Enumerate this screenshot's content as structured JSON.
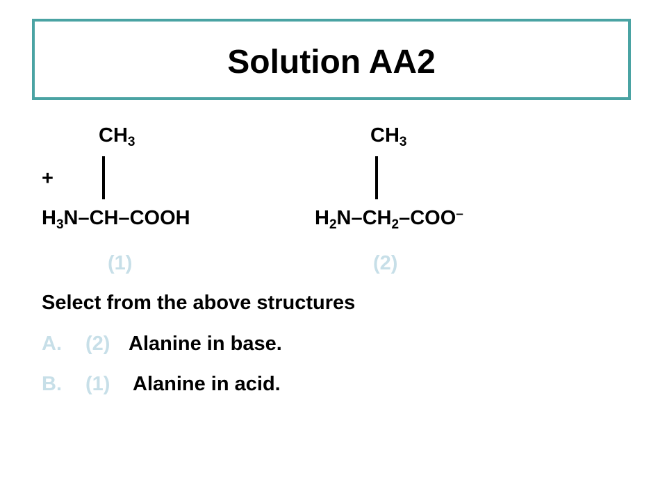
{
  "title": "Solution AA2",
  "structure1": {
    "methyl": {
      "text": "CH",
      "sub": "3"
    },
    "charge": "+",
    "backbone": {
      "p1": "H",
      "s1": "3",
      "p2": "N–CH–COOH"
    },
    "label": "(1)"
  },
  "structure2": {
    "methyl": {
      "text": "CH",
      "sub": "3"
    },
    "backbone": {
      "p1": "H",
      "s1": "2",
      "p2": "N–CH",
      "s2": "2",
      "p3": "–COO",
      "sup": "–"
    },
    "label": "(2)"
  },
  "prompt": "Select from the above structures",
  "options": [
    {
      "letter": "A.",
      "number": "(2)",
      "text": "Alanine in base."
    },
    {
      "letter": "B.",
      "number": "(1)",
      "text": "Alanine in acid."
    }
  ],
  "colors": {
    "title_border": "#4aa3a3",
    "faint_text": "#c7dfe8"
  }
}
